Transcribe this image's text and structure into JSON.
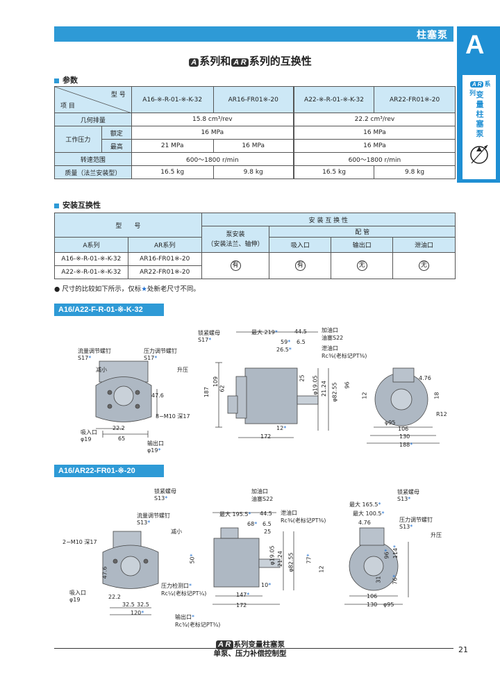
{
  "header": {
    "title": "柱塞泵"
  },
  "side_tab": {
    "letter": "A",
    "logo": "A R",
    "series_label": "系列",
    "text": "变量柱塞泵"
  },
  "page_title": {
    "logo_a": "A",
    "text1": "系列和",
    "logo_ar": "A R",
    "text2": "系列的互换性"
  },
  "section1": {
    "title": "参数"
  },
  "params_table": {
    "corner_top": "型 号",
    "corner_bottom": "项 目",
    "models": [
      "A16-※-R-01-※-K-32",
      "AR16-FR01※-20",
      "A22-※-R-01-※-K-32",
      "AR22-FR01※-20"
    ],
    "row_displacement": {
      "label": "几何排量",
      "v1": "15.8 cm³/rev",
      "v2": "22.2 cm³/rev"
    },
    "row_pressure": {
      "label": "工作压力",
      "rated_label": "额定",
      "rated_v1": "16 MPa",
      "rated_v2": "16 MPa",
      "max_label": "最高",
      "max_a16": "21 MPa",
      "max_ar16": "16 MPa",
      "max_v2": "16 MPa"
    },
    "row_speed": {
      "label": "转速范围",
      "v1": "600～1800 r/min",
      "v2": "600～1800 r/min"
    },
    "row_mass": {
      "label": "质量（法兰安装型）",
      "a16": "16.5 kg",
      "ar16": "9.8 kg",
      "a22": "16.5 kg",
      "ar22": "9.8 kg"
    }
  },
  "section2": {
    "title": "安装互换性"
  },
  "install_table": {
    "model_header": "型　　号",
    "a_series": "A系列",
    "ar_series": "AR系列",
    "compat_header": "安 装 互 换 性",
    "mount_header": "泵安装",
    "mount_sub": "（安装法兰、轴伸）",
    "piping_header": "配 管",
    "suction": "吸入口",
    "outlet": "输出口",
    "drain": "泄油口",
    "rows": [
      {
        "a": "A16-※-R-01-※-K-32",
        "ar": "AR16-FR01※-20"
      },
      {
        "a": "A22-※-R-01-※-K-32",
        "ar": "AR22-FR01※-20"
      }
    ],
    "mount_mark": "有",
    "suction_mark": "有",
    "outlet_mark": "无",
    "drain_mark": "无"
  },
  "note": {
    "prefix": "● 尺寸的比较如下所示，仅标",
    "star": "★",
    "suffix": "处新老尺寸不同。"
  },
  "drawing1": {
    "title": "A16/A22-F-R-01-※-K-32",
    "labels": {
      "flow_screw": "流量调节螺钉",
      "flow_s": "S17",
      "pressure_screw": "压力调节螺钉",
      "pressure_s": "S17",
      "decrease": "减小",
      "increase": "升压",
      "d476": "47.6",
      "m10": "8−M10 深17",
      "d222": "22.2",
      "d65": "65",
      "suction": "吸入口",
      "phi19": "φ19",
      "outlet": "输出口",
      "phi19b": "φ19",
      "lock_nut": "锁紧螺母",
      "lock_s": "S17",
      "max219": "最大 219",
      "d445": "44.5",
      "fill": "加油口",
      "plug": "油塞S22",
      "d59": "59",
      "d65b": "6.5",
      "d265": "26.5",
      "drain": "泄油口",
      "rc38": "Rc⅜(老标记PT⅜)",
      "d187": "187",
      "d109": "109",
      "d62": "62",
      "d25": "25",
      "phi1905": "φ19.05",
      "d2124": "21.24",
      "phi8255": "φ82.55",
      "d96": "96",
      "d12": "12",
      "d172": "172",
      "d476b": "4.76",
      "d12b": "12",
      "d18": "18",
      "phi95": "φ95",
      "r12": "R12",
      "d106": "106",
      "d130": "130",
      "d188": "188"
    }
  },
  "drawing2": {
    "title": "A16/AR22-FR01-※-20",
    "labels": {
      "lock_nut": "锁紧螺母",
      "lock_s": "S13",
      "flow_screw": "流量调节螺钉",
      "flow_s": "S13",
      "decrease": "减小",
      "m10": "2−M10 深17",
      "d476": "47.6",
      "suction": "吸入口",
      "phi19": "φ19",
      "d222": "22.2",
      "d325a": "32.5",
      "d325b": "32.5",
      "d120": "120",
      "fill": "加油口",
      "plug": "油塞S22",
      "max1955": "最大 195.5",
      "d445": "44.5",
      "d68": "68",
      "d65": "6.5",
      "drain": "泄油口",
      "rc38": "Rc⅜(老标记PT⅜)",
      "d25": "25",
      "d50": "50",
      "phi1905": "φ19.05",
      "d2124": "21.24",
      "phi8255": "φ82.55",
      "d77": "77",
      "gauge": "压力检测口",
      "rc14": "Rc¼(老标记PT¼)",
      "d10": "10",
      "d147": "147",
      "d172": "172",
      "outlet": "输出口",
      "rc34": "Rc¾(老标记PT¾)",
      "max1655": "最大 165.5",
      "lock_s2": "锁紧螺母",
      "lock_s2v": "S13",
      "max1005": "最大 100.5",
      "d476b": "4.76",
      "pressure_screw": "压力调节螺钉",
      "pressure_s": "S13",
      "increase": "升压",
      "d96": "96",
      "d114": "114",
      "d12": "12",
      "d31": "31",
      "d76": "76",
      "d106": "106",
      "d130": "130",
      "phi95": "φ95"
    }
  },
  "footer": {
    "logo": "A R",
    "line1": "系列变量柱塞泵",
    "line2": "单泵、压力补偿控制型",
    "page": "21"
  }
}
